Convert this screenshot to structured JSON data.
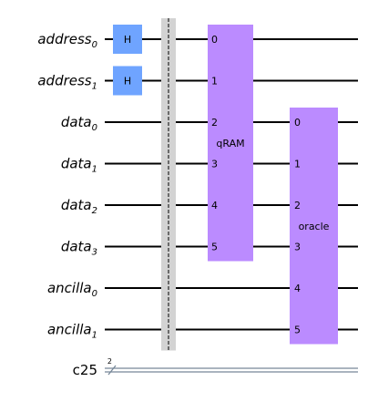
{
  "colors": {
    "hadamard": "#6fa4ff",
    "custom_gate": "#bb8bff",
    "barrier": "#d3d3d3",
    "classical_wire": "#778899",
    "wire": "#000000"
  },
  "qubits": [
    {
      "name": "address",
      "index": "0"
    },
    {
      "name": "address",
      "index": "1"
    },
    {
      "name": "data",
      "index": "0"
    },
    {
      "name": "data",
      "index": "1"
    },
    {
      "name": "data",
      "index": "2"
    },
    {
      "name": "data",
      "index": "3"
    },
    {
      "name": "ancilla",
      "index": "0"
    },
    {
      "name": "ancilla",
      "index": "1"
    }
  ],
  "classical": {
    "name": "c25",
    "width": "2"
  },
  "hadamard_gates": [
    {
      "label": "H",
      "qubit": 0
    },
    {
      "label": "H",
      "qubit": 1
    }
  ],
  "multi_gates": [
    {
      "label": "qRAM",
      "first_qubit": 0,
      "pins": [
        "0",
        "1",
        "2",
        "3",
        "4",
        "5"
      ]
    },
    {
      "label": "oracle",
      "first_qubit": 2,
      "pins": [
        "0",
        "1",
        "2",
        "3",
        "4",
        "5"
      ]
    }
  ]
}
